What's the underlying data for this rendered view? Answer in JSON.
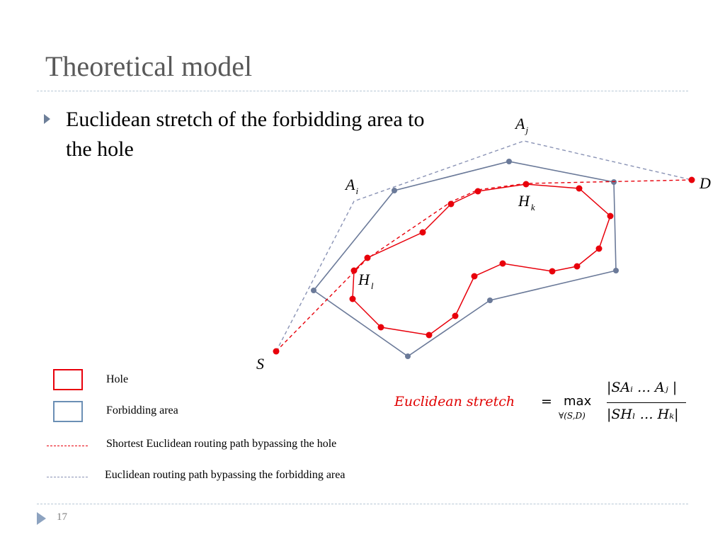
{
  "slide": {
    "title": "Theoretical model",
    "bullet": "Euclidean stretch of the forbidding area to the hole",
    "page_number": "17"
  },
  "diagram": {
    "labels": {
      "A": "A",
      "j": "j",
      "i": "i",
      "D": "D",
      "S": "S",
      "H": "H",
      "k": "k",
      "l": "l"
    },
    "colors": {
      "hole": "#e8000b",
      "forbidding_area": "#6b7a99",
      "shortest_path": "#e8000b",
      "forbidding_path": "#8a93b5"
    }
  },
  "legend": {
    "hole": "Hole",
    "forbidding_area": "Forbidding area",
    "shortest_path": "Shortest Euclidean routing path bypassing the hole",
    "forbidding_path": "Euclidean routing path bypassing the forbidding area"
  },
  "formula": {
    "name": "Euclidean stretch",
    "equals": "=",
    "max": "max",
    "subscript": "∀(S,D)",
    "numerator": "|SAᵢ … Aⱼ |",
    "denominator": "|SHₗ … Hₖ|"
  }
}
